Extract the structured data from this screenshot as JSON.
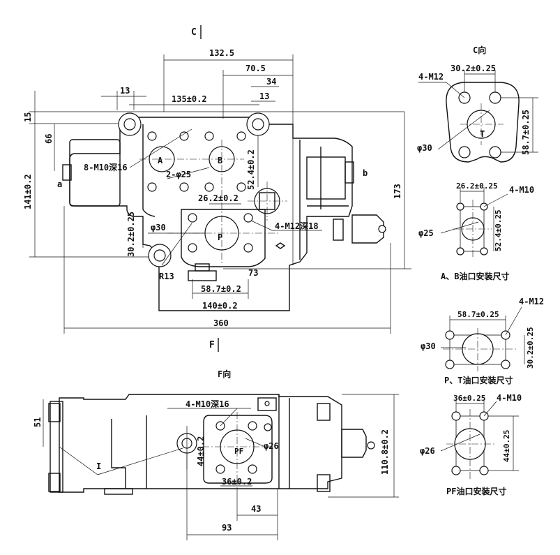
{
  "views": {
    "section_c_top": "C",
    "section_f_bottom": "F",
    "view_c_title": "C向",
    "view_f_title": "F向"
  },
  "main_view": {
    "dim_132_5": "132.5",
    "dim_70_5": "70.5",
    "dim_34": "34",
    "dim_13_top": "13",
    "dim_13_right": "13",
    "dim_135": "135±0.2",
    "dim_15": "15",
    "dim_66": "66",
    "dim_141": "141±0.2",
    "dim_173": "173",
    "dim_52_4": "52.4±0.2",
    "dim_26_2": "26.2±0.2",
    "dim_30_2": "30.2±0.25",
    "dim_58_7": "58.7±0.2",
    "dim_140": "140±0.2",
    "dim_360": "360",
    "dim_73": "73",
    "label_a": "a",
    "label_b": "b",
    "port_a": "A",
    "port_b": "B",
    "port_p": "P",
    "note_8m10": "8-M10深16",
    "note_2phi25": "2-φ25",
    "note_4m12": "4-M12深18",
    "note_phi30": "φ30",
    "note_r13": "R13"
  },
  "f_view": {
    "dim_51": "51",
    "note_4m10": "4-M10深16",
    "dim_44": "44±0.2",
    "port_pf": "PF",
    "note_phi26": "φ26",
    "dim_36": "36±0.2",
    "dim_43": "43",
    "dim_93": "93",
    "dim_110_8": "110.8±0.2",
    "label_i": "I"
  },
  "c_view": {
    "note_4m12": "4-M12",
    "dim_30_2": "30.2±0.25",
    "dim_58_7": "58.7±0.25",
    "note_phi30": "φ30",
    "port_t": "T"
  },
  "ab_port": {
    "dim_26_2": "26.2±0.25",
    "note_4m10": "4-M10",
    "note_phi25": "φ25",
    "dim_52_4": "52.4±0.25",
    "caption": "A、B油口安装尺寸"
  },
  "pt_port": {
    "dim_58_7": "58.7±0.25",
    "note_4m12": "4-M12",
    "note_phi30": "φ30",
    "dim_30_2": "30.2±0.25",
    "caption": "P、T油口安装尺寸"
  },
  "pf_port": {
    "dim_36": "36±0.25",
    "note_4m10": "4-M10",
    "note_phi26": "φ26",
    "dim_44": "44±0.25",
    "caption": "PF油口安装尺寸"
  }
}
